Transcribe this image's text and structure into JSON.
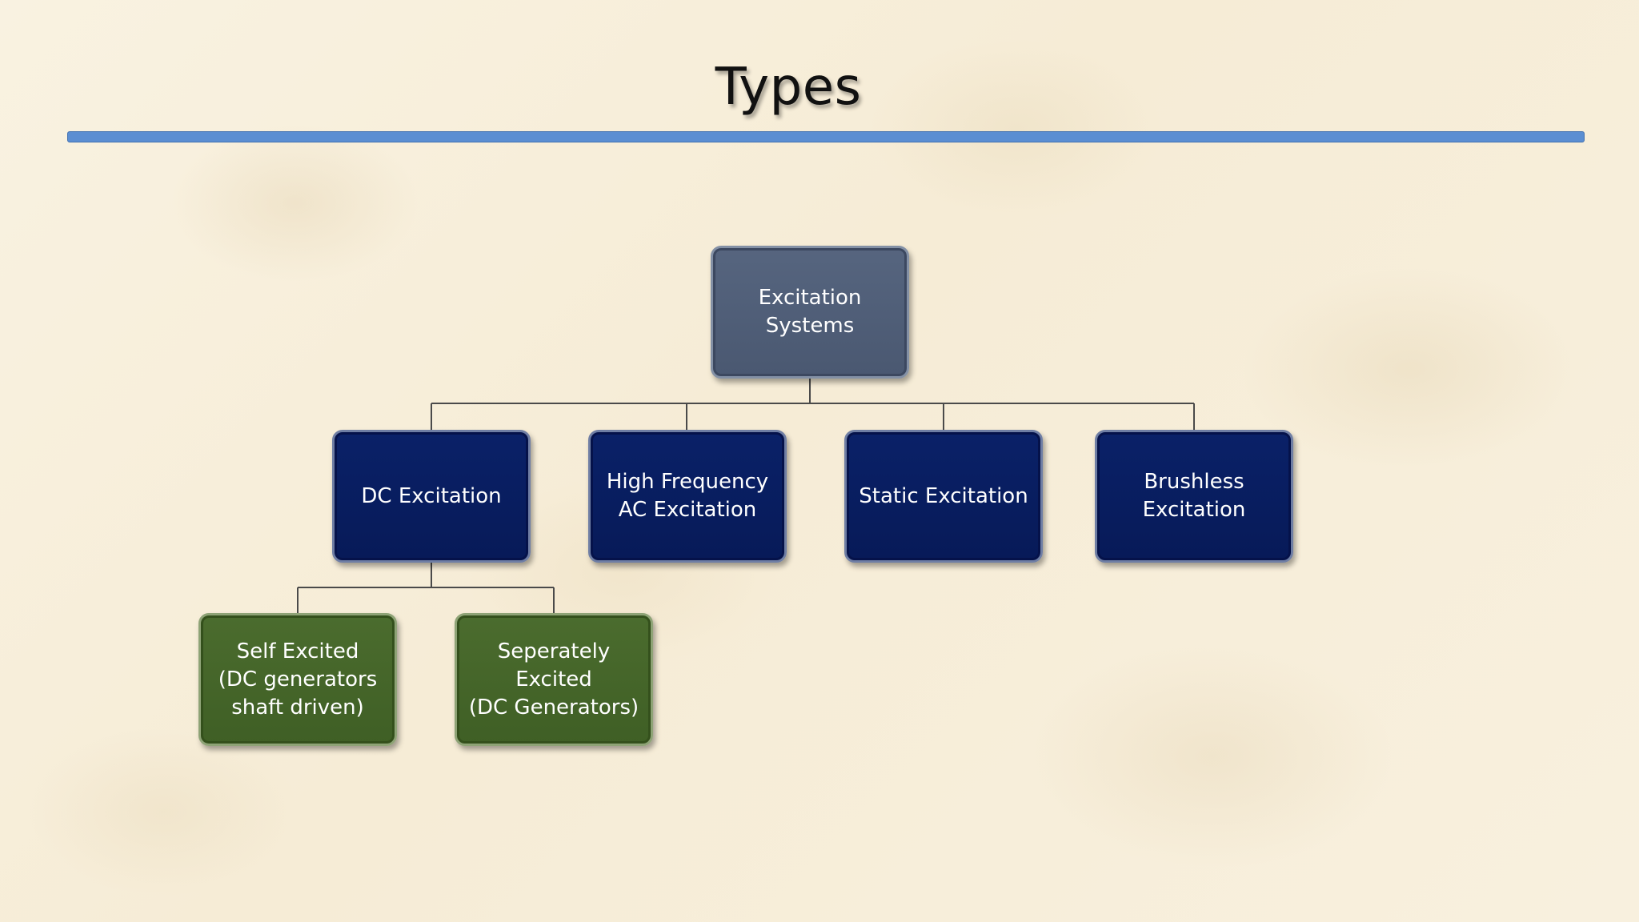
{
  "slide": {
    "title": "Types"
  },
  "diagram": {
    "root": {
      "label": "Excitation\nSystems"
    },
    "types": [
      {
        "label": "DC Excitation"
      },
      {
        "label": "High Frequency\nAC Excitation"
      },
      {
        "label": "Static Excitation"
      },
      {
        "label": "Brushless\nExcitation"
      }
    ],
    "dc_subtypes": [
      {
        "label": "Self Excited\n(DC generators\nshaft driven)"
      },
      {
        "label": "Seperately\nExcited\n(DC Generators)"
      }
    ]
  },
  "colors": {
    "title_rule": "#5b8ed2",
    "root_fill": "#505e78",
    "type_fill": "#081e60",
    "subtype_fill": "#45662a",
    "connector": "#4a4a4a",
    "background": "#f7efdc"
  }
}
